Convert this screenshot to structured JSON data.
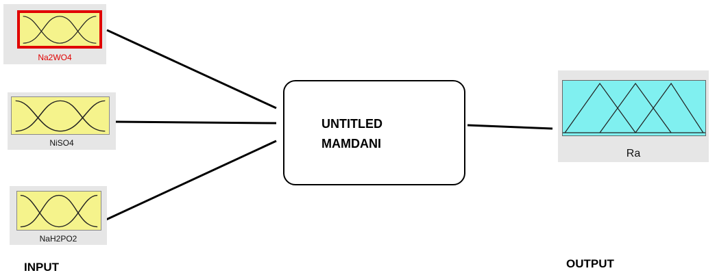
{
  "inputs": [
    {
      "name": "Na2WO4",
      "selected": true
    },
    {
      "name": "NiSO4",
      "selected": false
    },
    {
      "name": "NaH2PO2",
      "selected": false
    }
  ],
  "system": {
    "line1": "UNTITLED",
    "line2": "MAMDANI"
  },
  "output": {
    "name": "Ra"
  },
  "labels": {
    "input": "INPUT",
    "output": "OUTPUT"
  },
  "colors": {
    "input_fill": "#f5f38c",
    "output_fill": "#80f0f0",
    "selected_border": "#e00000",
    "panel_bg": "#e6e6e6"
  }
}
